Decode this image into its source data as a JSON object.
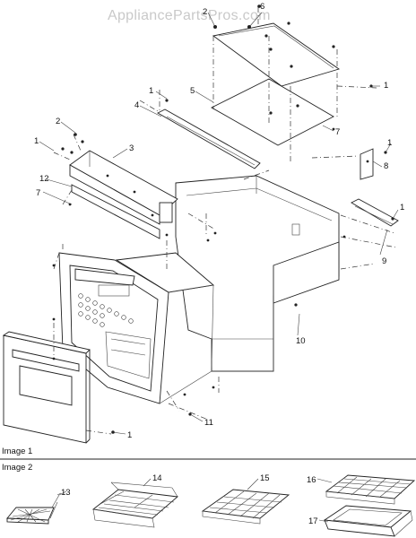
{
  "watermark": "AppliancePartsPros.com",
  "sections": {
    "image1": "Image 1",
    "image2": "Image 2"
  },
  "callouts": {
    "c1a": "1",
    "c1b": "1",
    "c1c": "1",
    "c1d": "1",
    "c1e": "1",
    "c2a": "2",
    "c2b": "2",
    "c3": "3",
    "c4": "4",
    "c5": "5",
    "c6": "6",
    "c7a": "7",
    "c7b": "7",
    "c8": "8",
    "c9": "9",
    "c10": "10",
    "c11": "11",
    "c12": "12",
    "c13": "13",
    "c14": "14",
    "c15": "15",
    "c16": "16",
    "c17": "17"
  }
}
